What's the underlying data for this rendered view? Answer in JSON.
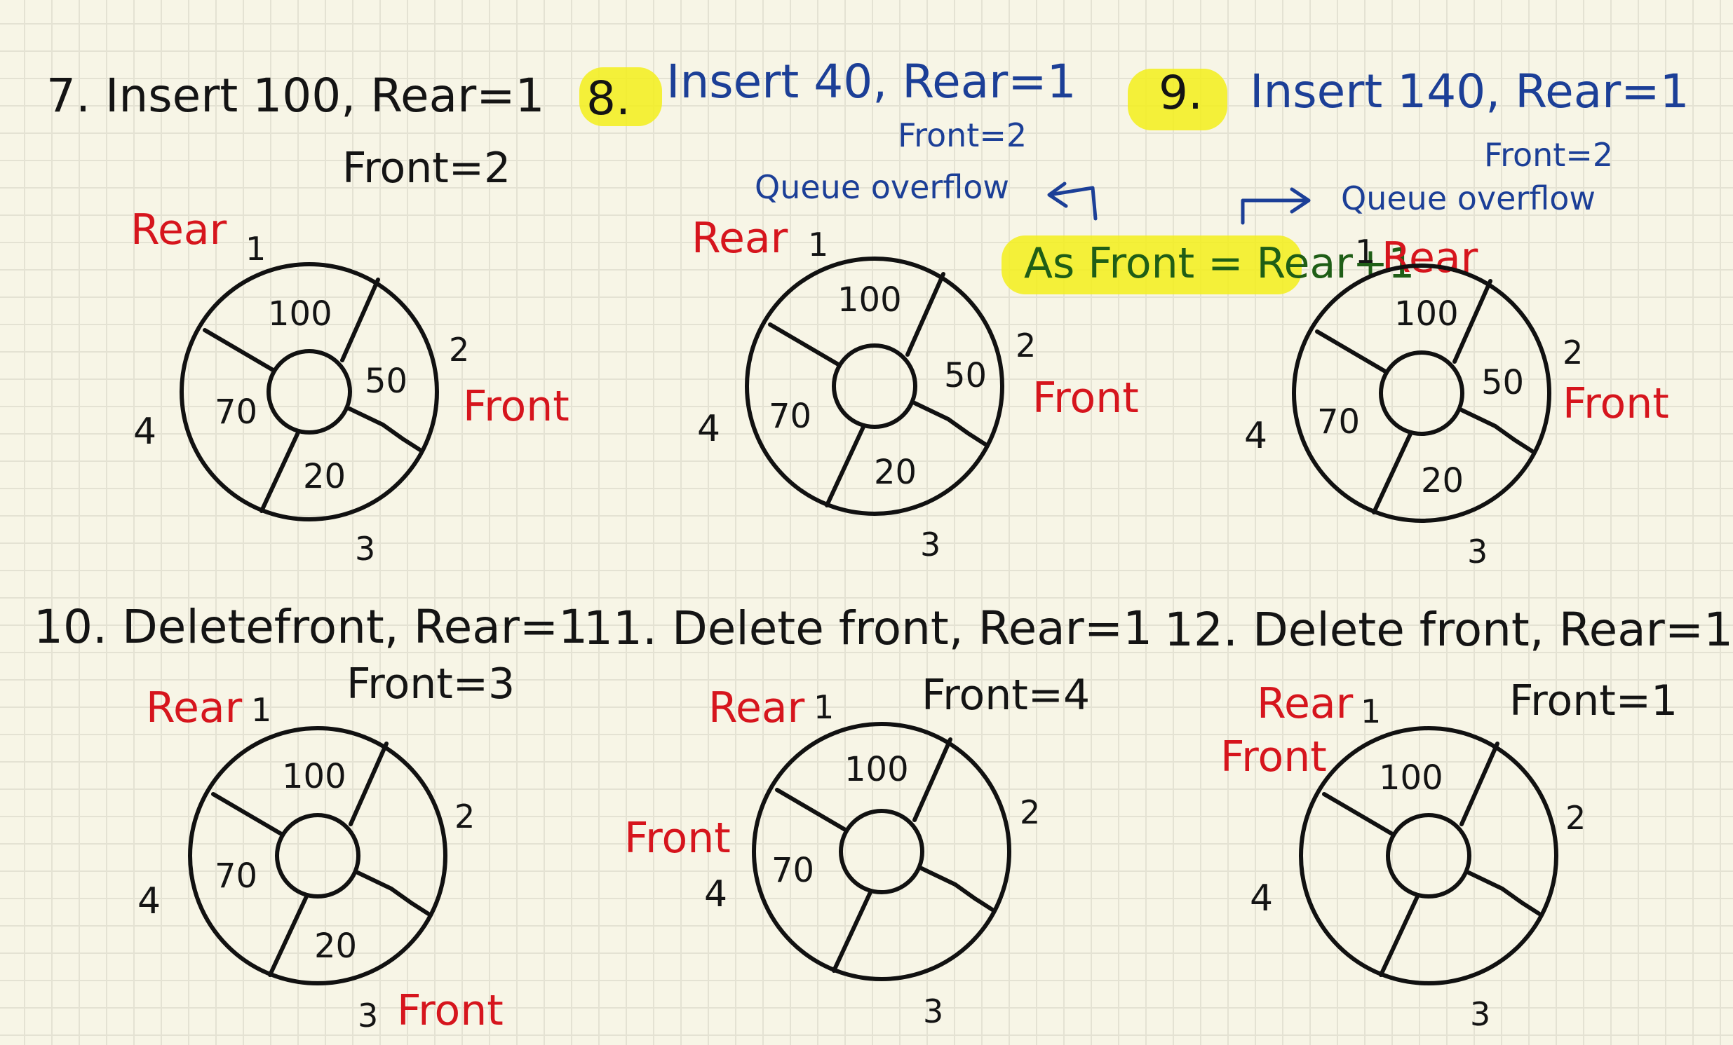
{
  "steps": [
    {
      "title": "7. Insert 100, Rear=1",
      "front_line": "Front=2",
      "rear_tag": "Rear",
      "front_tag": "Front",
      "positions": [
        "1",
        "2",
        "3",
        "4"
      ],
      "slots": [
        "100",
        "50",
        "20",
        "70"
      ]
    },
    {
      "number": "8.",
      "title": "Insert 40, Rear=1",
      "front_line": "Front=2",
      "overflow": "Queue overflow",
      "condition": "As Front = Rear+1",
      "rear_tag": "Rear",
      "front_tag": "Front",
      "positions": [
        "1",
        "2",
        "3",
        "4"
      ],
      "slots": [
        "100",
        "50",
        "20",
        "70"
      ]
    },
    {
      "number": "9.",
      "title": "Insert 140, Rear=1",
      "front_line": "Front=2",
      "overflow": "Queue overflow",
      "rear_tag": "Rear",
      "front_tag": "Front",
      "positions": [
        "1",
        "2",
        "3",
        "4"
      ],
      "slots": [
        "100",
        "50",
        "20",
        "70"
      ]
    },
    {
      "title": "10. Deletefront, Rear=1",
      "front_line": "Front=3",
      "rear_tag": "Rear",
      "front_tag": "Front",
      "positions": [
        "1",
        "2",
        "3",
        "4"
      ],
      "slots": [
        "100",
        "",
        "20",
        "70"
      ]
    },
    {
      "title": "11. Delete front, Rear=1",
      "front_line": "Front=4",
      "rear_tag": "Rear",
      "front_tag": "Front",
      "positions": [
        "1",
        "2",
        "3",
        "4"
      ],
      "slots": [
        "100",
        "",
        "",
        "70"
      ]
    },
    {
      "title": "12. Delete front, Rear=1",
      "front_line": "Front=1",
      "rear_tag": "Rear",
      "front_tag": "Front",
      "positions": [
        "1",
        "2",
        "3",
        "4"
      ],
      "slots": [
        "100",
        "",
        "",
        ""
      ]
    }
  ],
  "colors": {
    "ink": "#141414",
    "pointer_labels": "#d6151d",
    "step_8_9_text": "#1c3f97",
    "condition_text": "#1f5e16",
    "highlight": "#f3ee1a",
    "paper": "#f7f5e6",
    "grid": "#e4e2d3"
  }
}
